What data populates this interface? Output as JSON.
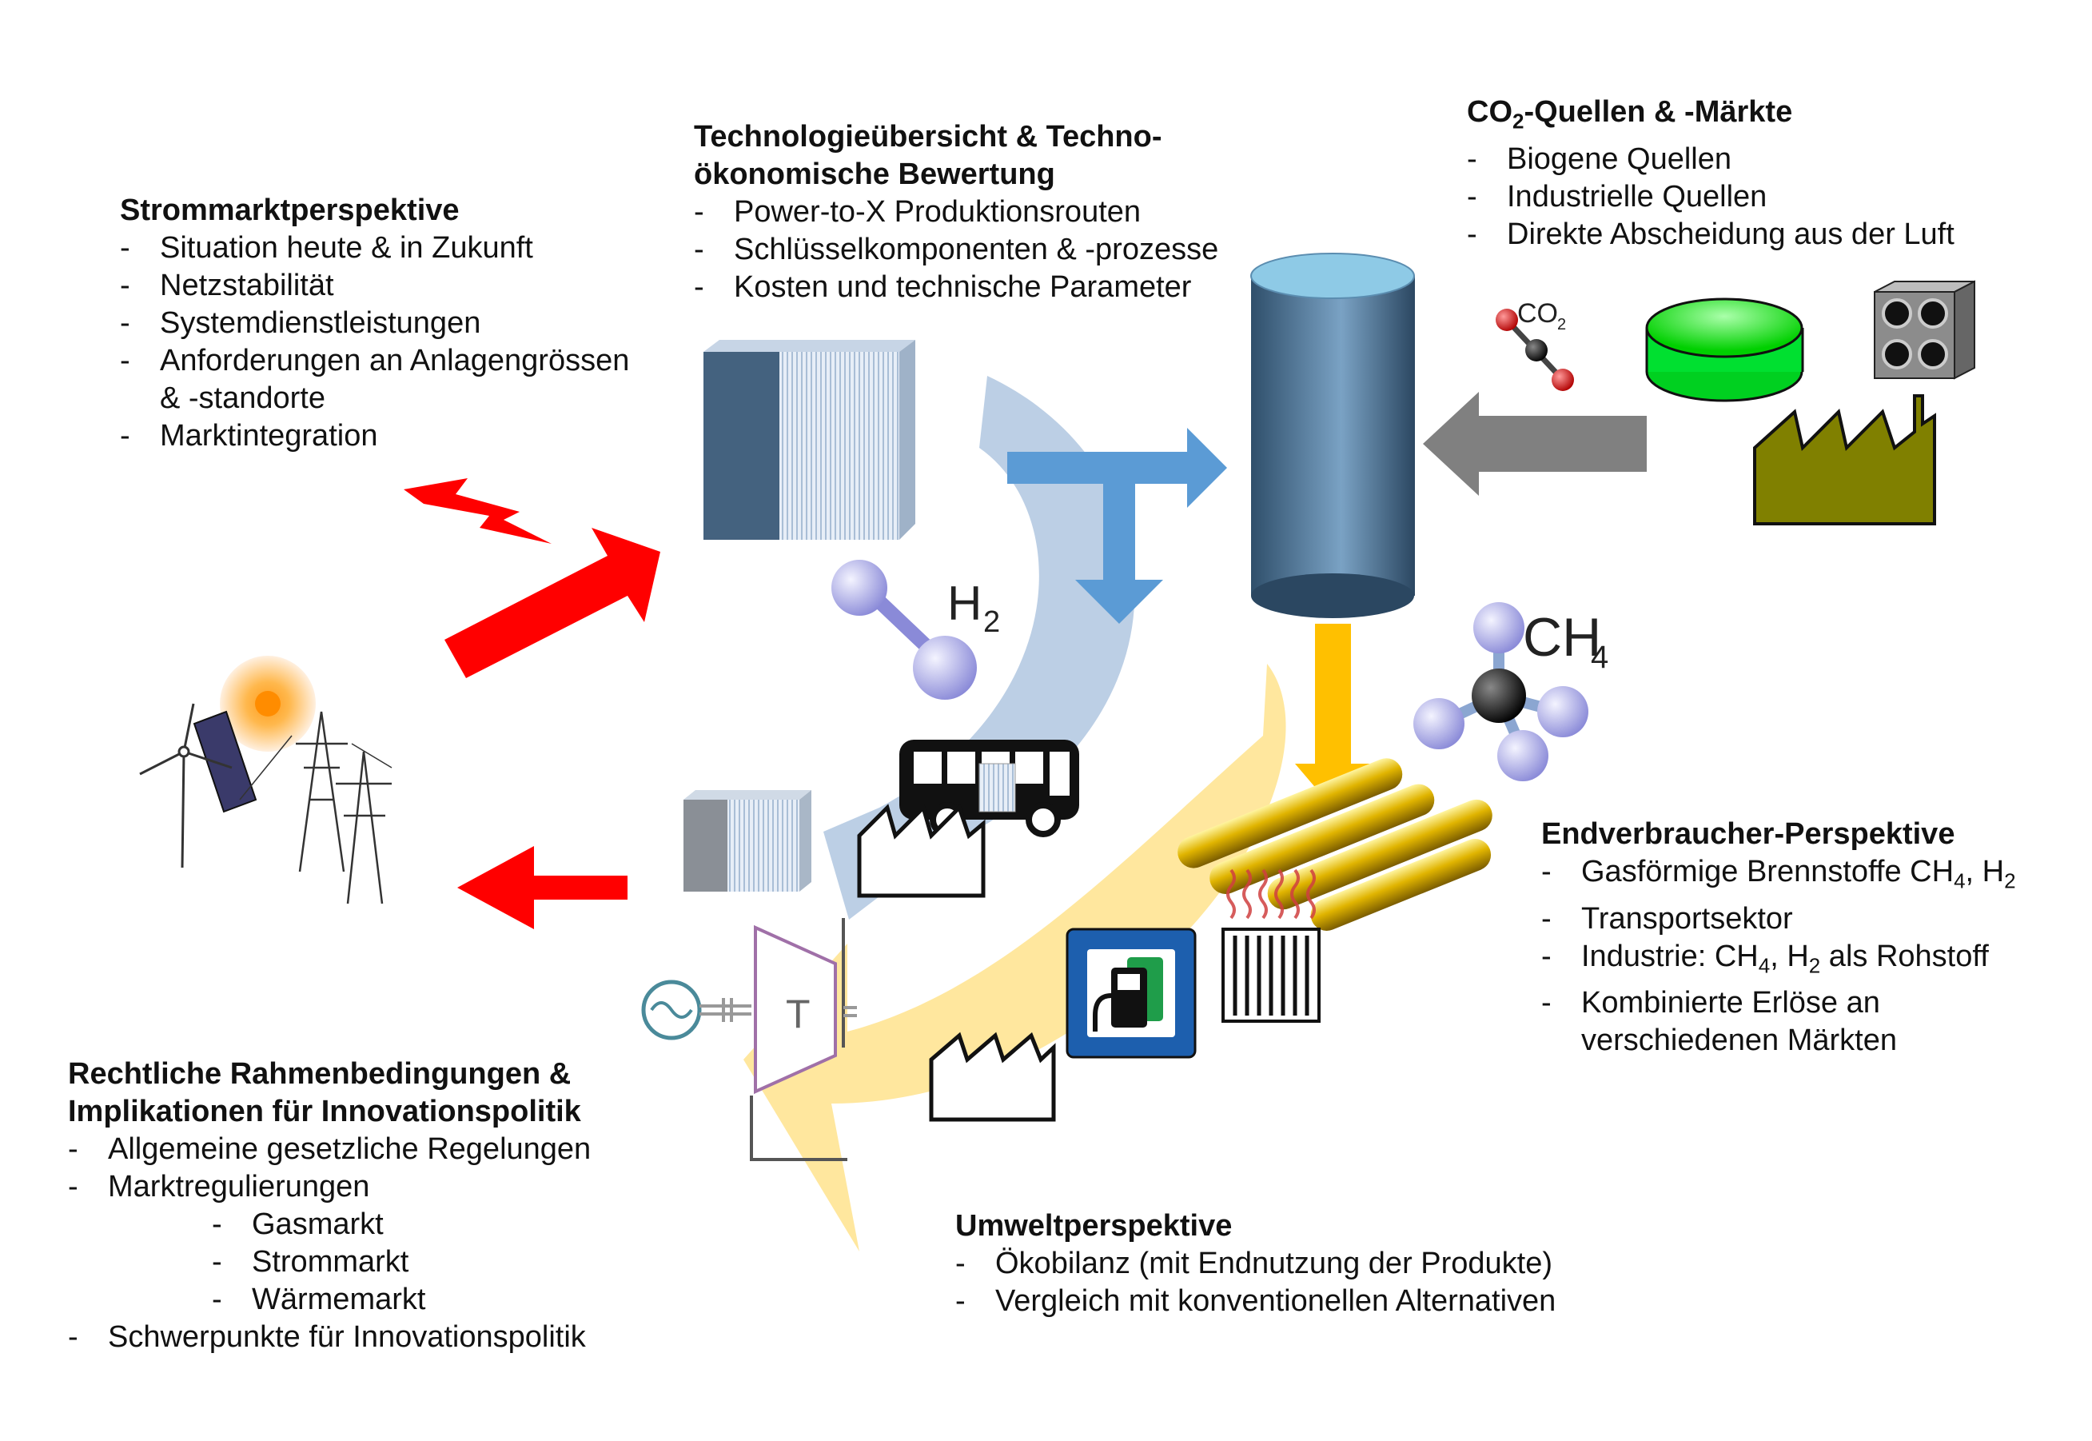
{
  "blocks": {
    "strom": {
      "heading": "Strommarktperspektive",
      "items": [
        "Situation heute & in Zukunft",
        "Netzstabilität",
        "Systemdienstleistungen",
        "Anforderungen an Anlagengrössen",
        "Marktintegration"
      ],
      "item3_cont": "& -standorte"
    },
    "tech": {
      "heading_line1": "Technologieübersicht & Techno-",
      "heading_line2": "ökonomische Bewertung",
      "items": [
        "Power-to-X Produktionsrouten",
        "Schlüsselkomponenten & -prozesse",
        "Kosten und technische Parameter"
      ]
    },
    "co2": {
      "heading_pre": "CO",
      "heading_sub": "2",
      "heading_post": "-Quellen & -Märkte",
      "items": [
        "Biogene Quellen",
        "Industrielle Quellen",
        "Direkte Abscheidung aus der Luft"
      ]
    },
    "end": {
      "heading": "Endverbraucher-Perspektive",
      "item1_pre": "Gasförmige Brennstoffe CH",
      "item1_sub": "4",
      "item1_mid": ", H",
      "item1_sub2": "2",
      "item2": "Transportsektor",
      "item3_pre": "Industrie: CH",
      "item3_sub": "4",
      "item3_mid": ", H",
      "item3_sub2": "2",
      "item3_post": " als Rohstoff",
      "item4": "Kombinierte Erlöse an",
      "item4_cont": "verschiedenen Märkten"
    },
    "recht": {
      "heading_line1": "Rechtliche Rahmenbedingungen &",
      "heading_line2": "Implikationen für Innovationspolitik",
      "item1": "Allgemeine gesetzliche Regelungen",
      "item2": "Marktregulierungen",
      "sub": [
        "Gasmarkt",
        "Strommarkt",
        "Wärmemarkt"
      ],
      "item3": "Schwerpunkte für Innovationspolitik"
    },
    "umwelt": {
      "heading": "Umweltperspektive",
      "items": [
        "Ökobilanz (mit Endnutzung der Produkte)",
        "Vergleich mit konventionellen Alternativen"
      ]
    }
  },
  "labels": {
    "h2_main": "H",
    "h2_sub": "2",
    "co2_main": "CO",
    "co2_sub": "2",
    "ch4_main": "CH",
    "ch4_sub": "4",
    "turbine": "T"
  },
  "colors": {
    "red_arrow": "#ff0000",
    "blue_arrow": "#5b9bd5",
    "light_blue_arc": "#b8cce4",
    "yellow_arc": "#ffe699",
    "orange_arrow": "#ffc000",
    "gray_arrow": "#808080",
    "green_tank": "#00ff33",
    "factory_olive": "#808000"
  }
}
